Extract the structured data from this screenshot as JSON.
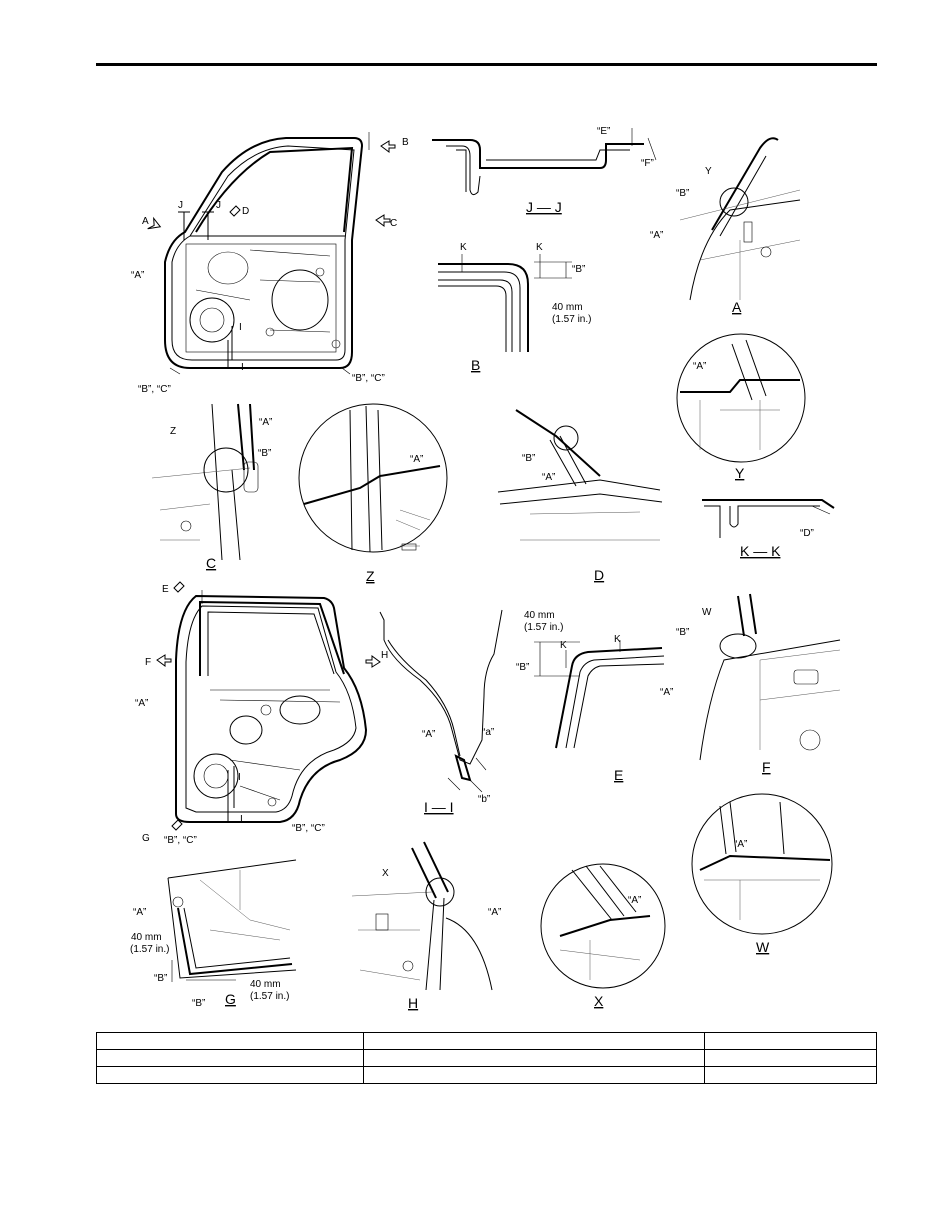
{
  "labels": {
    "a_q": "“A”",
    "b_q": "“B”",
    "bc_q": "“B”, “C”",
    "d_q": "“D”",
    "e_q": "“E”",
    "f_q": "“F”",
    "a_small": "“a”",
    "b_small": "“b”",
    "dim_mm": "40 mm",
    "dim_in": "(1.57 in.)"
  },
  "view_letters": {
    "A": "A",
    "B": "B",
    "C": "C",
    "D": "D",
    "E": "E",
    "F": "F",
    "G": "G",
    "H": "H",
    "I": "I",
    "J": "J",
    "K": "K",
    "W": "W",
    "X": "X",
    "Y": "Y",
    "Z": "Z"
  },
  "view_titles": {
    "jj": "J — J",
    "kk": "K — K",
    "ii": "I — I",
    "A": "A",
    "B": "B",
    "C": "C",
    "D": "D",
    "E": "E",
    "F": "F",
    "G": "G",
    "H": "H",
    "W": "W",
    "X": "X",
    "Y": "Y",
    "Z": "Z"
  },
  "table": {
    "rows": [
      [
        "",
        "",
        ""
      ],
      [
        "",
        "",
        ""
      ],
      [
        "",
        "",
        ""
      ]
    ]
  }
}
